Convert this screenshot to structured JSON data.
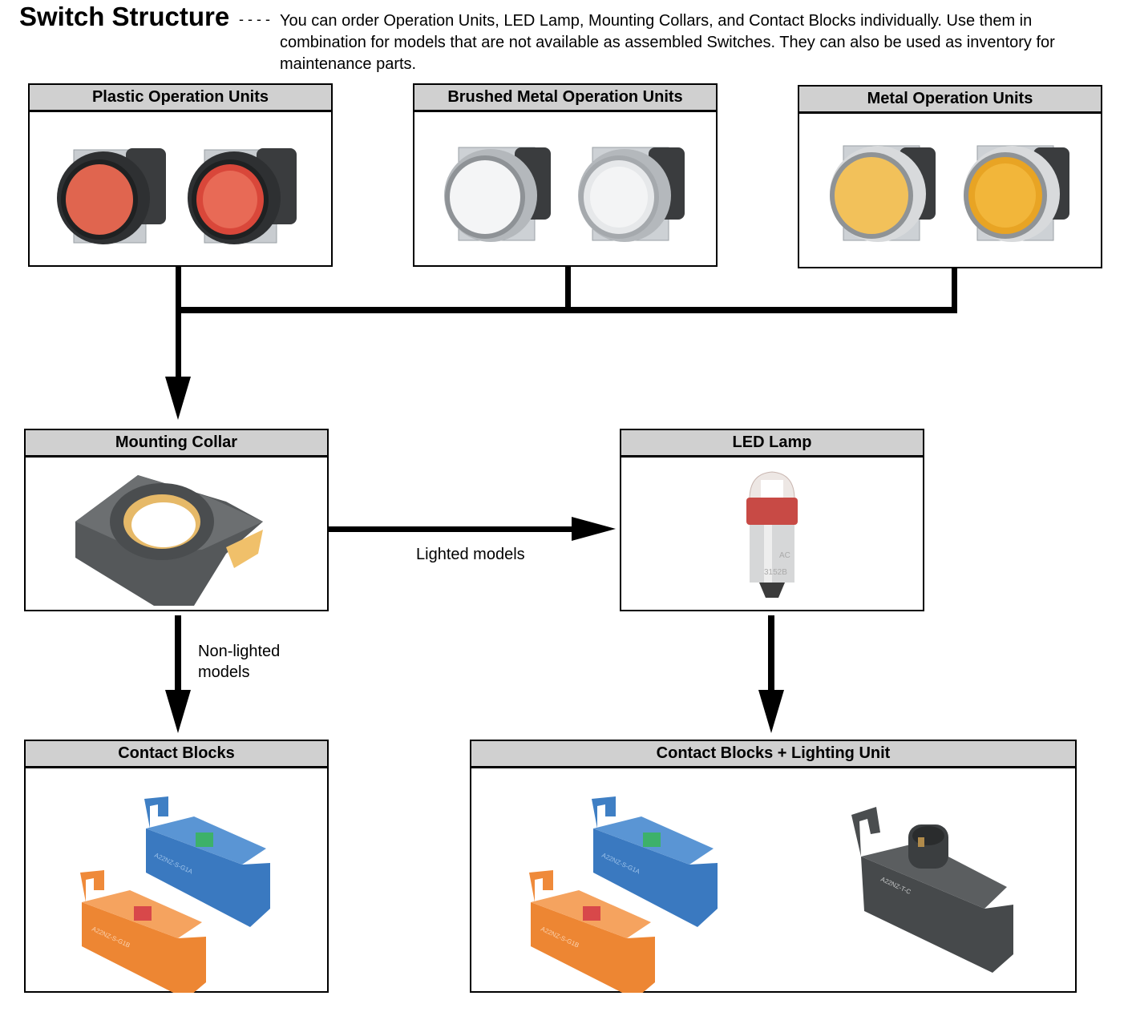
{
  "header": {
    "title": "Switch Structure",
    "separator": "- - - -",
    "description": "You can order Operation Units, LED Lamp, Mounting Collars, and Contact Blocks individually. Use them in combination for models that are not available as assembled Switches. They can also be used as inventory for maintenance parts."
  },
  "boxes": {
    "plastic": {
      "title": "Plastic Operation Units",
      "items": [
        "Plastic unit (non-lighted, red)",
        "Plastic unit (lighted, red)"
      ]
    },
    "brushed": {
      "title": "Brushed Metal Operation Units",
      "items": [
        "Brushed metal unit (non-lighted, white)",
        "Brushed metal unit (lighted, white)"
      ]
    },
    "metal": {
      "title": "Metal  Operation Units",
      "items": [
        "Metal unit (non-lighted, yellow)",
        "Metal unit (lighted, yellow)"
      ]
    },
    "collar": {
      "title": "Mounting Collar"
    },
    "led": {
      "title": "LED Lamp",
      "markings": [
        "AC",
        "3152B"
      ]
    },
    "contact": {
      "title": "Contact Blocks",
      "models": [
        "A22NZ-S-G1A",
        "A22NZ-S-G1B"
      ]
    },
    "contact_light": {
      "title": "Contact Blocks + Lighting Unit",
      "models": [
        "A22NZ-S-G1A",
        "A22NZ-S-G1B",
        "A22NZ-T-C"
      ]
    }
  },
  "edges": {
    "lighted": "Lighted models",
    "non_lighted_1": "Non-lighted",
    "non_lighted_2": "models"
  },
  "colors": {
    "header_fill": "#d0d0d0",
    "plastic_red": "#e0604a",
    "metal_yellow": "#f0b53c",
    "contact_blue": "#3f7fc4",
    "contact_orange": "#ef8a3a",
    "lighting_unit_gray": "#4a4d4f"
  }
}
